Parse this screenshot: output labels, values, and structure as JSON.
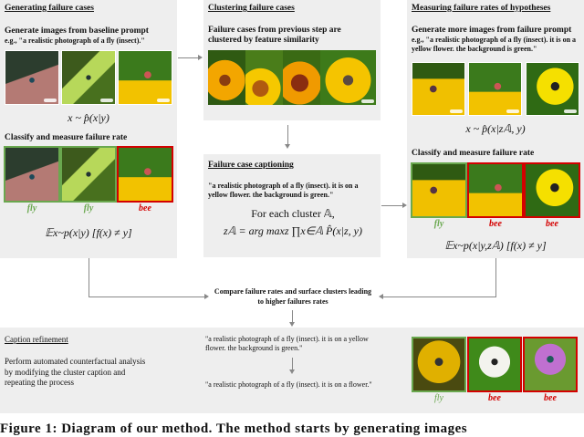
{
  "panel_generate": {
    "title": "Generating failure cases",
    "desc_line1": "Generate images from baseline prompt",
    "desc_line2": "e.g., \"a realistic photograph of a fly (insect).\"",
    "formula": "x ~ p̂(x|y)",
    "classify_title": "Classify and measure failure rate",
    "labels": [
      "fly",
      "fly",
      "bee"
    ],
    "failure_formula": "𝔼x~p(x|y) [f(x) ≠ y]"
  },
  "panel_cluster": {
    "title": "Clustering failure cases",
    "desc": "Failure cases from previous step are clustered by feature similarity"
  },
  "panel_caption": {
    "title": "Failure case captioning",
    "quote": "\"a realistic photograph of a fly (insect). it is on a yellow flower. the background is green.\"",
    "formula_line1": "For each cluster 𝔸,",
    "formula_line2": "z𝔸 = arg maxz ∏x∈𝔸 P̂(x|z, y)"
  },
  "panel_measure": {
    "title": "Measuring failure rates of hypotheses",
    "desc_line1": "Generate more images from failure prompt",
    "desc_line2": "e.g., \"a realistic photograph of a fly (insect). it is on a yellow flower. the background is green.\"",
    "formula": "x ~ p̂(x|z𝔸, y)",
    "classify_title": "Classify and measure failure rate",
    "labels": [
      "fly",
      "bee",
      "bee"
    ],
    "failure_formula": "𝔼x~p(x|y,z𝔸) [f(x) ≠ y]"
  },
  "compare": {
    "text": "Compare failure rates and surface clusters leading to higher failures rates"
  },
  "refinement": {
    "title": "Caption refinement",
    "desc": "Perform automated counterfactual analysis by modifying the cluster caption and repeating the process",
    "quote_before": "\"a realistic photograph of a fly (insect). it is on a yellow flower. the background is green.\"",
    "quote_after": "\"a realistic photograph of a fly (insect). it is on a flower.\"",
    "labels": [
      "fly",
      "bee",
      "bee"
    ]
  },
  "figure_caption": "Figure 1: Diagram of our method. The method starts by generating images",
  "colors": {
    "panel_bg": "#eeeeee",
    "correct": "#6aa84f",
    "failure": "#d40000",
    "arrow": "#888888"
  }
}
